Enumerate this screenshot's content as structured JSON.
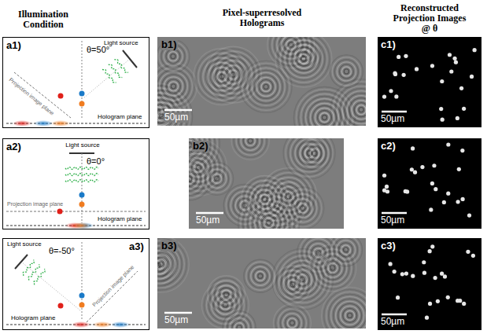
{
  "diagram": {
    "nodes": [
      {
        "text": [
          "a1)",
          "θ=50°",
          "Light source",
          "Projection image plane",
          "Hologram plane"
        ]
      },
      {
        "text": [
          "b1)",
          "50µm"
        ]
      },
      {
        "text": [
          "c1)",
          "50µm"
        ]
      },
      {
        "text": [
          "a2)",
          "Light source",
          "θ=0°",
          "Projection image plane",
          "Hologram plane"
        ]
      },
      {
        "text": [
          "b2)",
          "50µm"
        ]
      },
      {
        "text": [
          "c2)",
          "50µm"
        ]
      },
      {
        "text": [
          "a3)",
          "θ=-50°",
          "Light source",
          "Projection image plane",
          "Hologram plane"
        ]
      },
      {
        "text": [
          "b3)",
          "50µm"
        ]
      },
      {
        "text": [
          "c3)",
          "50µm"
        ]
      }
    ],
    "labels": [
      "Illumination Condition",
      "Pixel-superresolved Holograms",
      "Reconstructed Projection Images @ θ"
    ]
  }
}
